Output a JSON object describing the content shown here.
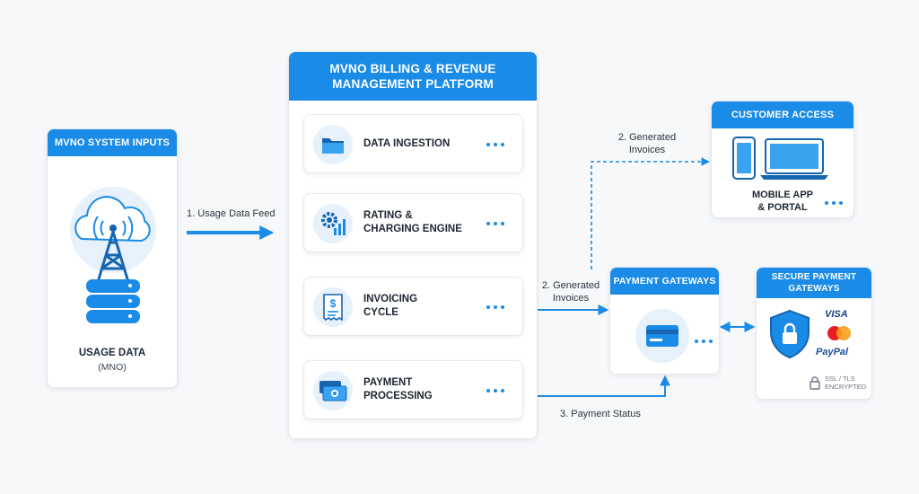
{
  "inputs": {
    "title": "MVNO SYSTEM INPUTS",
    "label": "USAGE DATA",
    "sublabel": "(MNO)"
  },
  "platform": {
    "title_line1": "MVNO BILLING & REVENUE",
    "title_line2": "MANAGEMENT PLATFORM",
    "steps": [
      {
        "line1": "DATA INGESTION",
        "line2": "",
        "icon": "folder-icon"
      },
      {
        "line1": "RATING &",
        "line2": "CHARGING ENGINE",
        "icon": "gear-chart-icon"
      },
      {
        "line1": "INVOICING",
        "line2": "CYCLE",
        "icon": "invoice-icon"
      },
      {
        "line1": "PAYMENT",
        "line2": "PROCESSING",
        "icon": "cash-icon"
      }
    ]
  },
  "customer": {
    "title": "CUSTOMER ACCESS",
    "label_line1": "MOBILE APP",
    "label_line2": "& PORTAL"
  },
  "gateways": {
    "title": "PAYMENT GATEWAYS"
  },
  "secure": {
    "title_line1": "SECURE PAYMENT",
    "title_line2": "GATEWAYS",
    "brand_visa": "VISA",
    "brand_paypal": "PayPal",
    "ssl_line1": "SSL / TLS",
    "ssl_line2": "ENCRYPTED"
  },
  "edges": {
    "usage_feed": "1. Usage Data Feed",
    "generated_top_line1": "2. Generated",
    "generated_top_line2": "Invoices",
    "generated_mid_line1": "2. Generated",
    "generated_mid_line2": "Invoices",
    "payment_status": "3. Payment Status"
  },
  "colors": {
    "accent": "#1a8be6",
    "light": "#e6f1fb",
    "dark_blue": "#1565b0"
  }
}
